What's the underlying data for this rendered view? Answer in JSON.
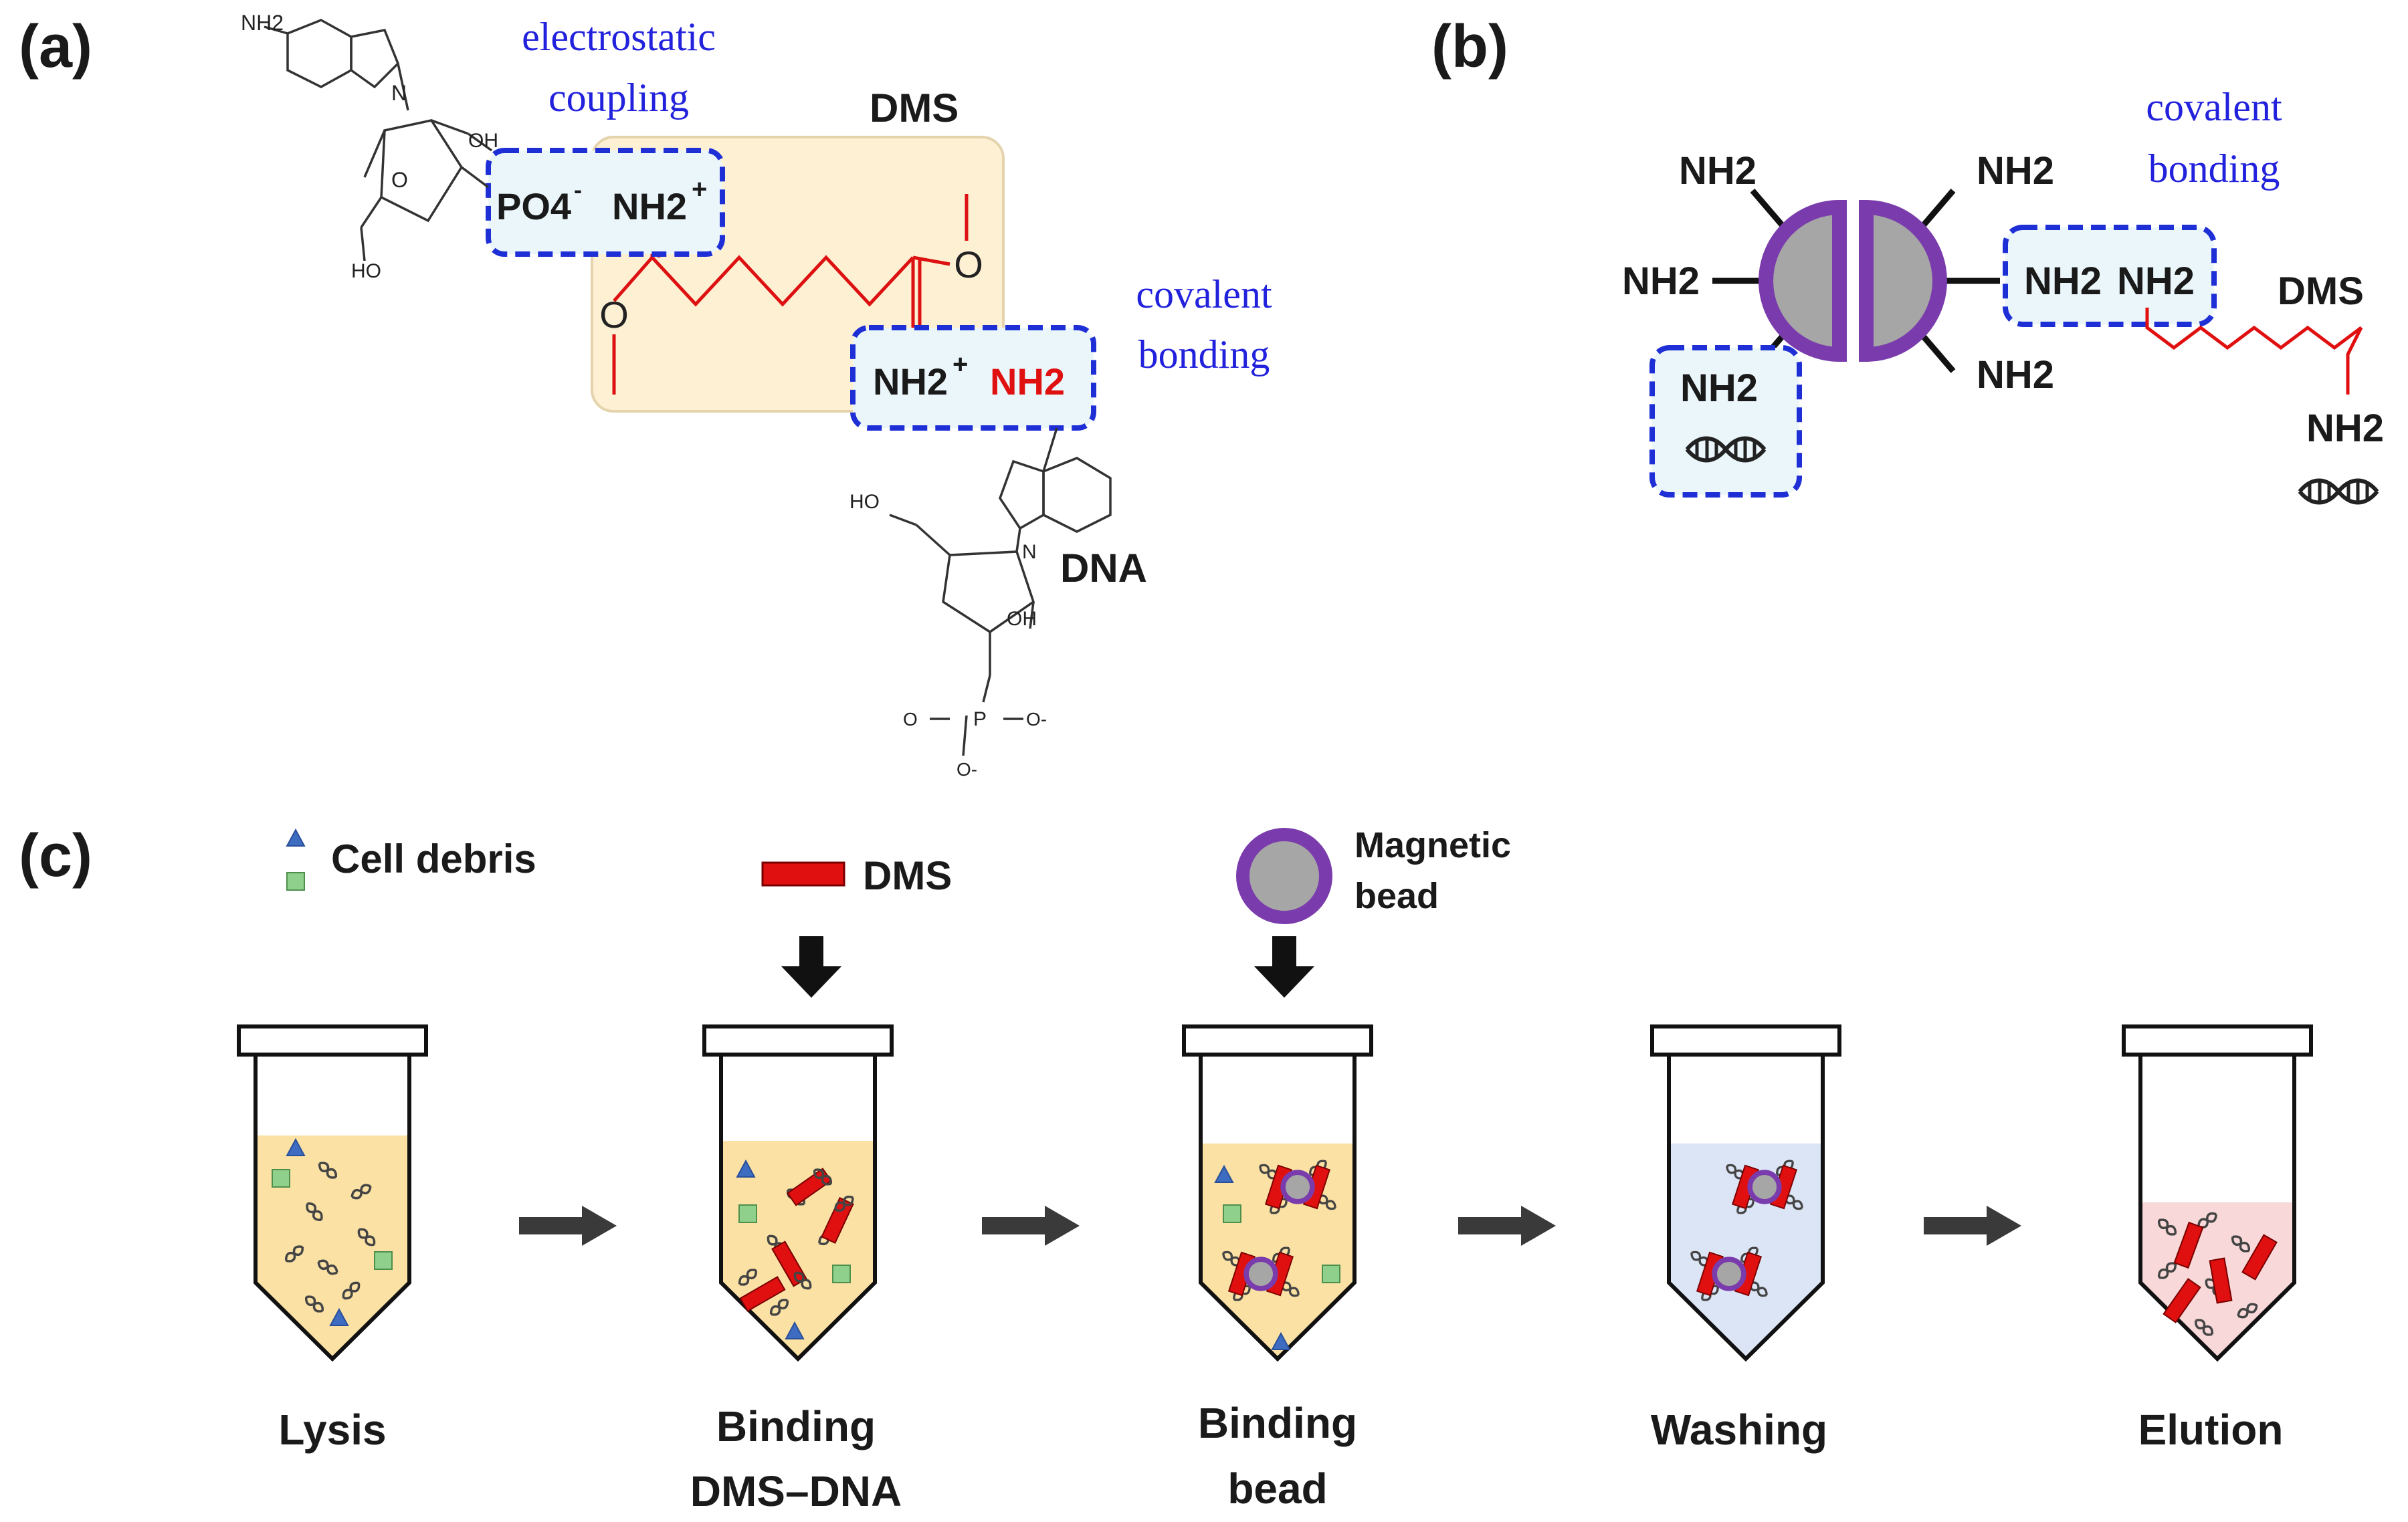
{
  "panel_a": {
    "label": "(a)",
    "electrostatic_line1": "electrostatic",
    "electrostatic_line2": "coupling",
    "dms_label": "DMS",
    "po4": "PO4",
    "po4_charge": "-",
    "nh2_plus_left": "NH2",
    "plus_sign": "+",
    "nh2_plus_right": "NH2",
    "nh2_red": "NH2",
    "covalent_line1": "covalent",
    "covalent_line2": "bonding",
    "dna_label": "DNA",
    "atoms": {
      "ho": "HO",
      "oh": "OH",
      "o": "O",
      "n": "N",
      "nh2": "NH2",
      "p": "P",
      "o_minus": "O-"
    }
  },
  "panel_b": {
    "label": "(b)",
    "amine": "NH2",
    "covalent_line1": "covalent",
    "covalent_line2": "bonding",
    "dms_label": "DMS"
  },
  "panel_c": {
    "label": "(c)",
    "legend": {
      "cell_debris": "Cell debris",
      "dms": "DMS",
      "magnetic_line1": "Magnetic",
      "magnetic_line2": "bead"
    },
    "steps": [
      {
        "line1": "Lysis",
        "line2": ""
      },
      {
        "line1": "Binding",
        "line2": "DMS–DNA"
      },
      {
        "line1": "Binding",
        "line2": "bead"
      },
      {
        "line1": "Washing",
        "line2": ""
      },
      {
        "line1": "Elution",
        "line2": ""
      }
    ]
  },
  "colors": {
    "box_border": "#1f2fd6",
    "dms_highlight": "#fdf0d3",
    "bead_ring": "#7a3cac",
    "bead_core": "#a6a6a6",
    "dms_bar": "#e01010",
    "debris_triangle": "#3d6cc1",
    "debris_square": "#8fd18c",
    "lysis_liquid": "#fbe2a4",
    "washing_liquid": "#dce5f5",
    "elution_liquid": "#f8d8d8",
    "arrow": "#3a3a3a"
  },
  "icons": [
    "dna-helix-icon",
    "down-arrow-icon",
    "right-arrow-icon",
    "magnetic-bead-icon",
    "triangle-icon",
    "square-icon"
  ]
}
